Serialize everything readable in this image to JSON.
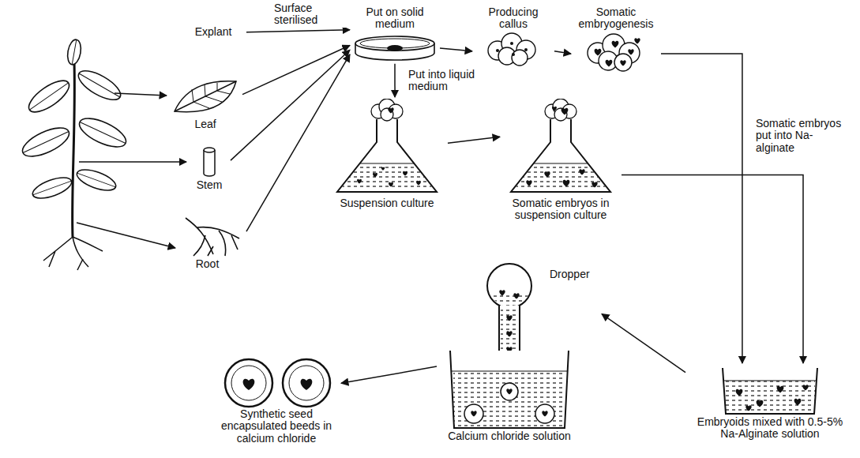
{
  "diagram": {
    "nodes": [
      {
        "text": [
          "Explant"
        ]
      },
      {
        "text": [
          "Leaf"
        ]
      },
      {
        "text": [
          "Stem"
        ]
      },
      {
        "text": [
          "Root"
        ]
      },
      {
        "text": [
          "Put on solid medium"
        ]
      },
      {
        "text": [
          "Producing callus"
        ]
      },
      {
        "text": [
          "Somatic embryogenesis"
        ]
      },
      {
        "text": [
          "Suspension culture"
        ]
      },
      {
        "text": [
          "Somatic embryos in suspension culture"
        ]
      },
      {
        "text": [
          "Embryoids mixed with 0.5-5% Na-Alginate solution"
        ]
      },
      {
        "text": [
          "Dropper"
        ]
      },
      {
        "text": [
          "Calcium chloride solution"
        ]
      },
      {
        "text": [
          "Synthetic seed encapsulated beeds in calcium chloride"
        ]
      }
    ],
    "edges": [
      {
        "from": 0,
        "to": 4,
        "arrow": "to",
        "label": "Surface sterilised"
      },
      {
        "from": 1,
        "to": 4,
        "arrow": "to"
      },
      {
        "from": 2,
        "to": 4,
        "arrow": "to"
      },
      {
        "from": 3,
        "to": 4,
        "arrow": "to"
      },
      {
        "from": 4,
        "to": 5,
        "arrow": "to"
      },
      {
        "from": 5,
        "to": 6,
        "arrow": "to"
      },
      {
        "from": 4,
        "to": 7,
        "arrow": "to",
        "label": "Put into liquid medium"
      },
      {
        "from": 7,
        "to": 8,
        "arrow": "to"
      },
      {
        "from": 6,
        "to": 9,
        "arrow": "to",
        "label": "Somatic embryos put into Na-alginate"
      },
      {
        "from": 8,
        "to": 9,
        "arrow": "to"
      },
      {
        "from": 9,
        "to": 10,
        "arrow": "to"
      },
      {
        "from": 11,
        "to": 12,
        "arrow": "to"
      }
    ]
  }
}
